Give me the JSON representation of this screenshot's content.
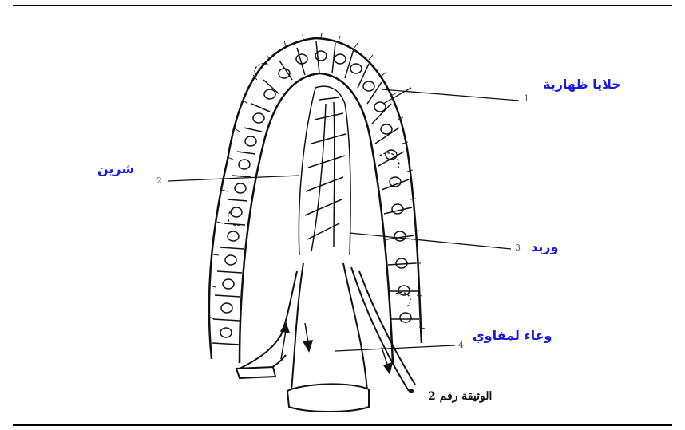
{
  "labels": [
    {
      "num": "1",
      "text": "خلايا ظهارية"
    },
    {
      "num": "2",
      "text": "شرين"
    },
    {
      "num": "3",
      "text": "وريد"
    },
    {
      "num": "4",
      "text": "وعاء لمفاوي"
    }
  ],
  "caption": "الوثيقة رقم 2",
  "colors": {
    "label": "#1a1adf",
    "ink": "#111111"
  }
}
